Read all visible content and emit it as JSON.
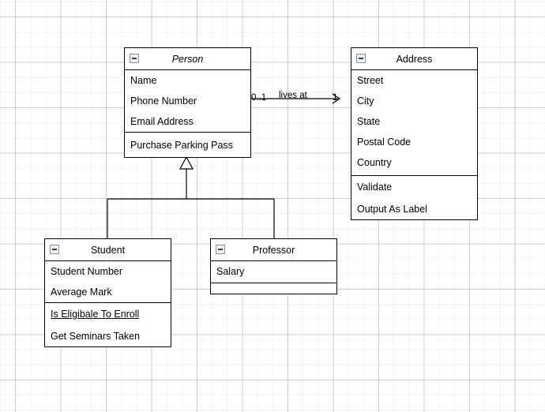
{
  "diagram": {
    "type": "uml-class-diagram",
    "background": "#ffffff",
    "line_color": "#000000"
  },
  "classes": [
    {
      "id": "person",
      "name": "Person",
      "abstract": true,
      "collapse_icon": "minus-box-icon",
      "attributes": [
        "Name",
        "Phone Number",
        "Email Address"
      ],
      "operations": [
        "Purchase Parking Pass"
      ]
    },
    {
      "id": "address",
      "name": "Address",
      "abstract": false,
      "collapse_icon": "minus-box-icon",
      "attributes": [
        "Street",
        "City",
        "State",
        "Postal Code",
        "Country"
      ],
      "operations": [
        "Validate",
        "Output As Label"
      ]
    },
    {
      "id": "student",
      "name": "Student",
      "abstract": false,
      "collapse_icon": "minus-box-icon",
      "attributes": [
        "Student Number",
        "Average Mark"
      ],
      "operations": [
        "Is Eligibale To Enroll",
        "Get Seminars Taken"
      ],
      "static_operations": [
        "Is Eligibale To Enroll"
      ]
    },
    {
      "id": "professor",
      "name": "Professor",
      "abstract": false,
      "collapse_icon": "minus-box-icon",
      "attributes": [
        "Salary"
      ],
      "operations": []
    }
  ],
  "relationships": [
    {
      "id": "person-lives-at-address",
      "kind": "association",
      "from": "person",
      "to": "address",
      "label": "lives at",
      "source_multiplicity": "0..1",
      "target_multiplicity": "1",
      "arrow": "open-arrow-icon"
    },
    {
      "id": "student-generalizes-person",
      "kind": "generalization",
      "from": "student",
      "to": "person",
      "arrow": "hollow-triangle-icon"
    },
    {
      "id": "professor-generalizes-person",
      "kind": "generalization",
      "from": "professor",
      "to": "person",
      "arrow": "hollow-triangle-icon"
    }
  ]
}
